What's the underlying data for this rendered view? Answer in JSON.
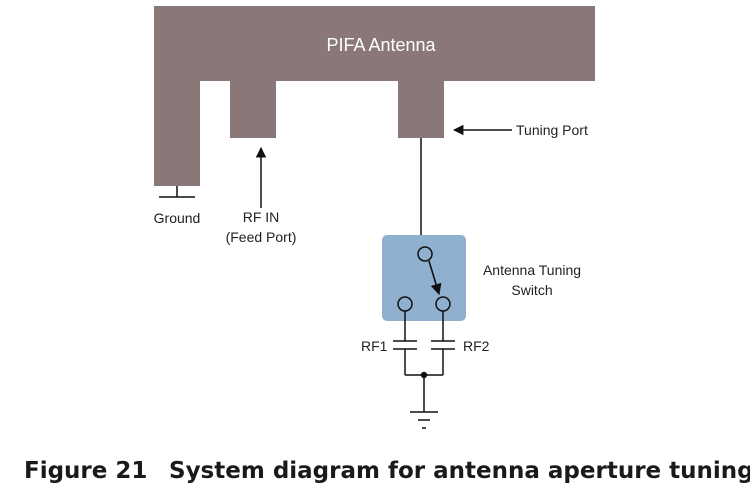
{
  "antenna": {
    "title": "PIFA Antenna",
    "fill": "#8a7878"
  },
  "labels": {
    "ground": "Ground",
    "rf_in": "RF IN",
    "feed_port": "(Feed Port)",
    "tuning_port": "Tuning Port",
    "switch_line1": "Antenna Tuning",
    "switch_line2": "Switch",
    "rf1": "RF1",
    "rf2": "RF2"
  },
  "switch": {
    "fill": "#8fb1cf"
  },
  "caption": {
    "number": "Figure 21",
    "title": "System diagram for antenna aperture tuning"
  }
}
